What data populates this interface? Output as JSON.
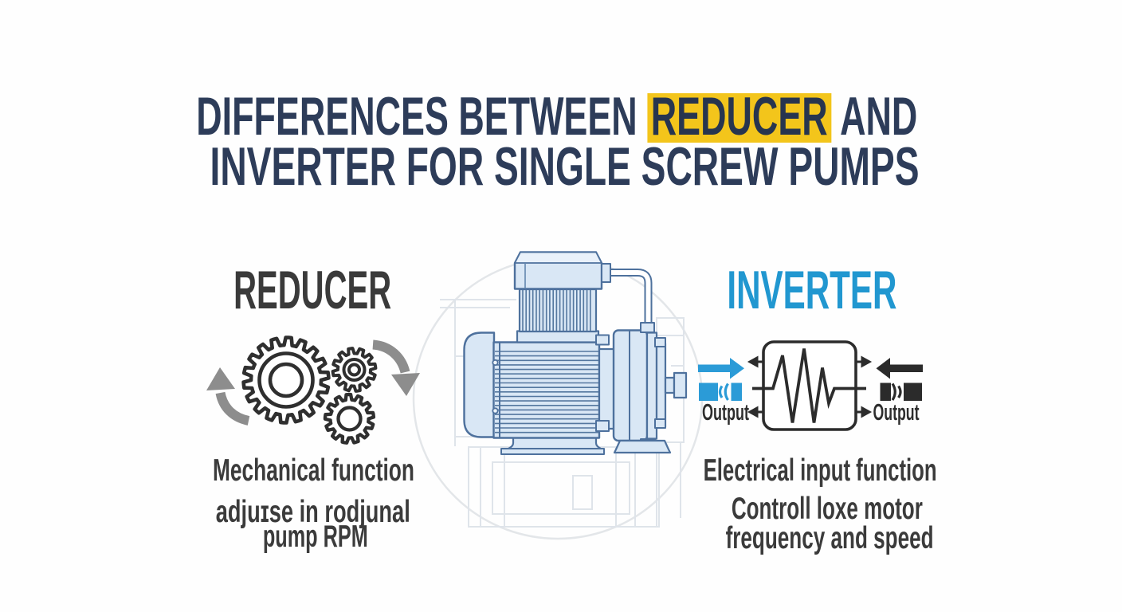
{
  "title": {
    "line1_before": "DIFFERENCES BETWEEN ",
    "line1_highlight": "REDUCER",
    "line1_after": " AND",
    "line2": "INVERTER FOR SINGLE SCREW PUMPS",
    "text_color": "#2d3c59",
    "highlight_color": "#f3c51b"
  },
  "reducer": {
    "heading": "REDUCER",
    "heading_color": "#3a3a3a",
    "line1": "Mechanical function",
    "line2": "adjuɪse in rodjunal",
    "line3": "pump RPM",
    "icon": "gears-with-rotation-arrows"
  },
  "inverter": {
    "heading": "INVERTER",
    "heading_color": "#2197d0",
    "line1": "Electrical input function",
    "line2": "Controll loxe motor",
    "line3": "frequency and speed",
    "output_left": "Output",
    "output_right": "Output",
    "icon": "inverter-waveform-box",
    "blue": "#2b9bd7",
    "black": "#2b2b2b"
  },
  "center": {
    "illustration": "single-screw-pump-motor",
    "fill": "#d9e7f5",
    "stroke": "#4e719d"
  }
}
